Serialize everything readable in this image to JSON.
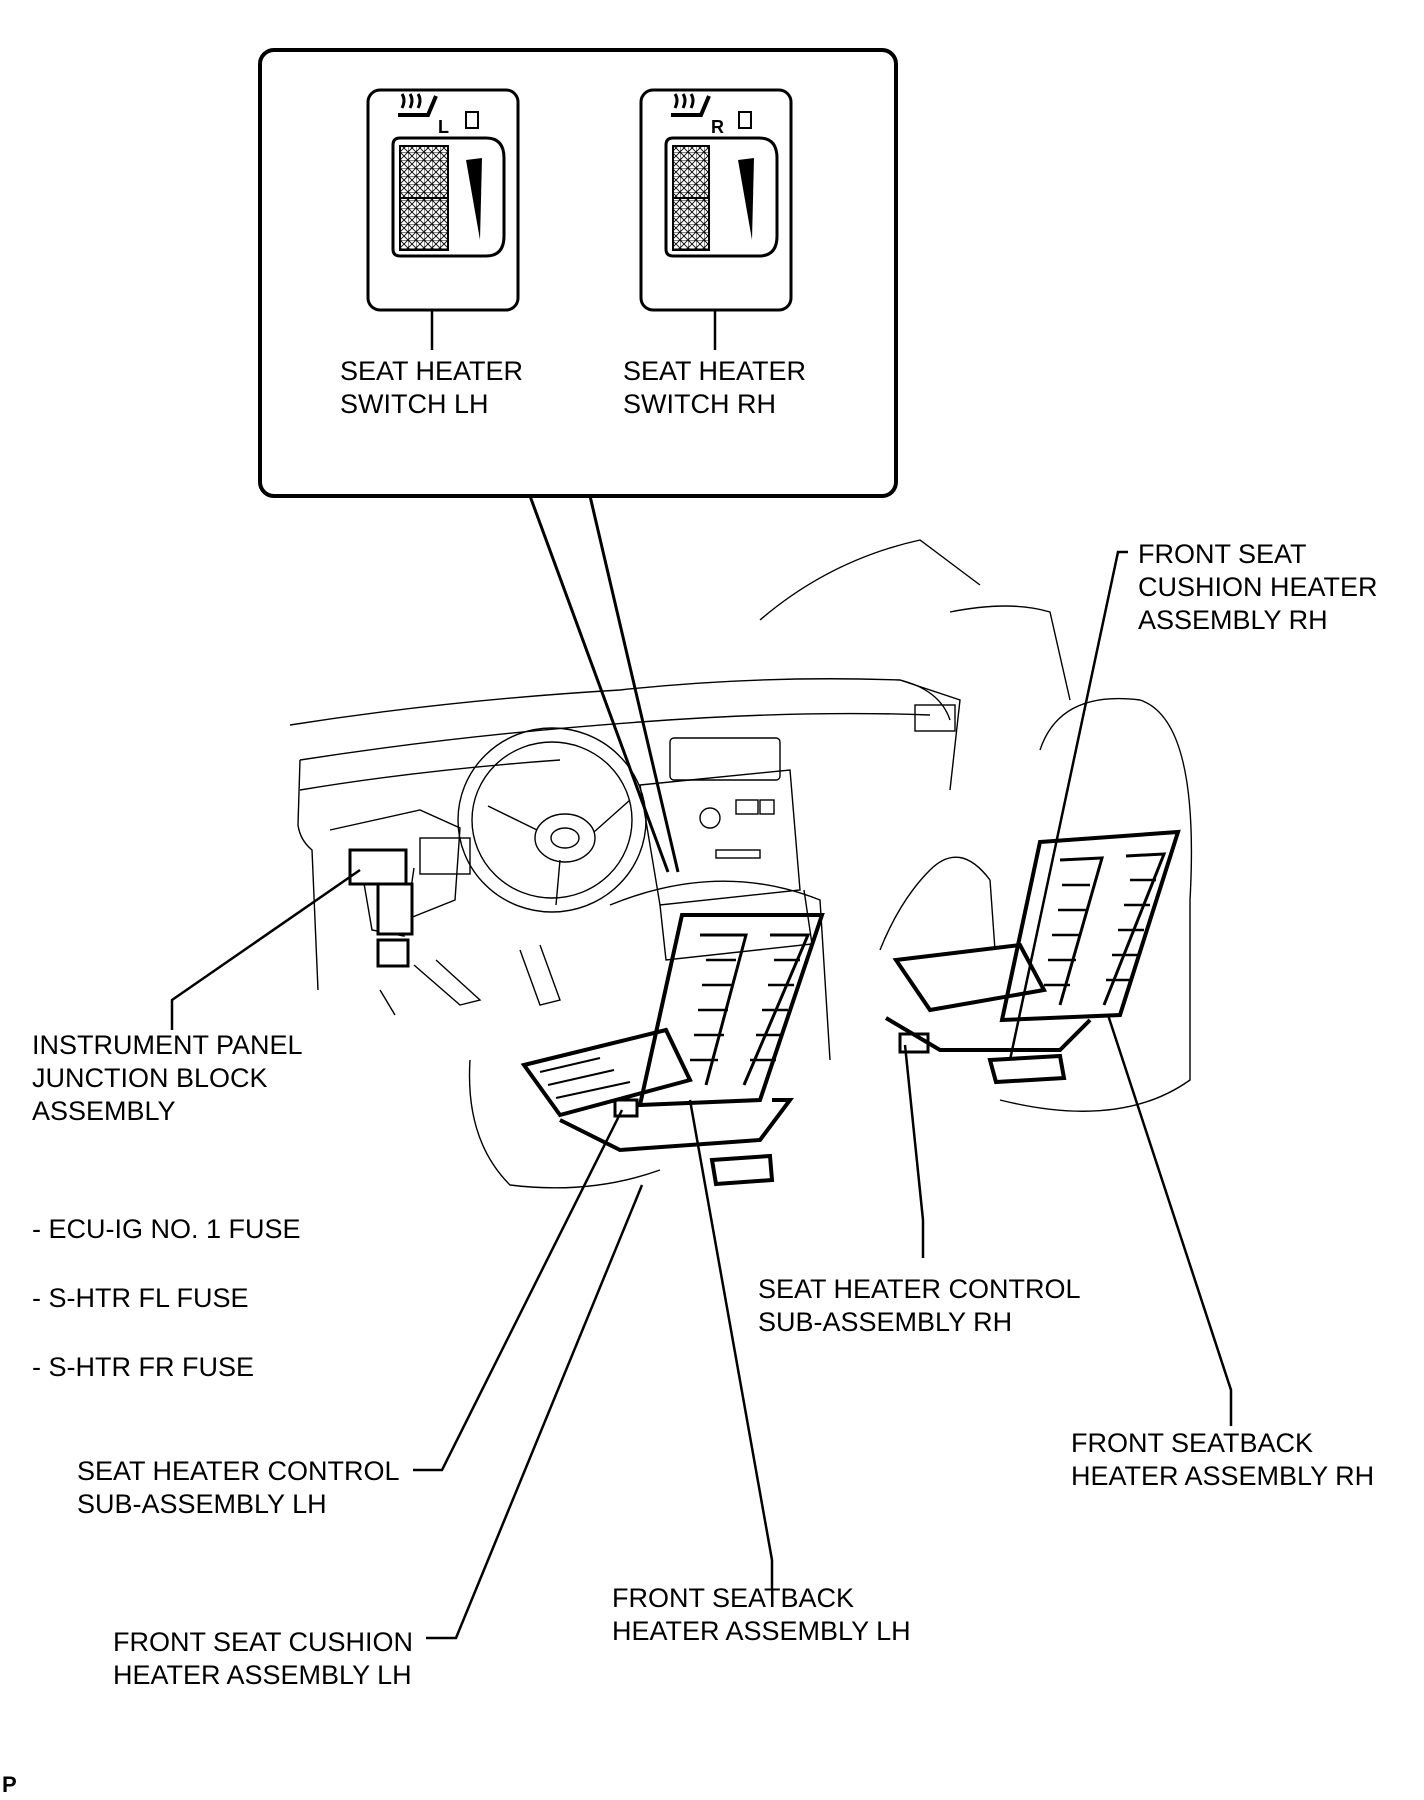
{
  "inset": {
    "switch_lh": {
      "side_letter": "L",
      "label_lines": [
        "SEAT HEATER",
        "SWITCH LH"
      ]
    },
    "switch_rh": {
      "side_letter": "R",
      "label_lines": [
        "SEAT HEATER",
        "SWITCH RH"
      ]
    }
  },
  "labels": {
    "cushion_rh": [
      "FRONT SEAT",
      "CUSHION HEATER",
      "ASSEMBLY RH"
    ],
    "junction_block": [
      "INSTRUMENT PANEL",
      "JUNCTION BLOCK",
      "ASSEMBLY"
    ],
    "fuses": [
      "- ECU-IG NO. 1 FUSE",
      "- S-HTR FL FUSE",
      "- S-HTR FR FUSE"
    ],
    "control_rh": [
      "SEAT HEATER CONTROL",
      "SUB-ASSEMBLY RH"
    ],
    "seatback_rh": [
      "FRONT SEATBACK",
      "HEATER ASSEMBLY RH"
    ],
    "control_lh": [
      "SEAT HEATER CONTROL",
      "SUB-ASSEMBLY LH"
    ],
    "seatback_lh": [
      "FRONT SEATBACK",
      "HEATER ASSEMBLY LH"
    ],
    "cushion_lh": [
      "FRONT SEAT CUSHION",
      "HEATER ASSEMBLY LH"
    ]
  },
  "figure_mark": "P"
}
